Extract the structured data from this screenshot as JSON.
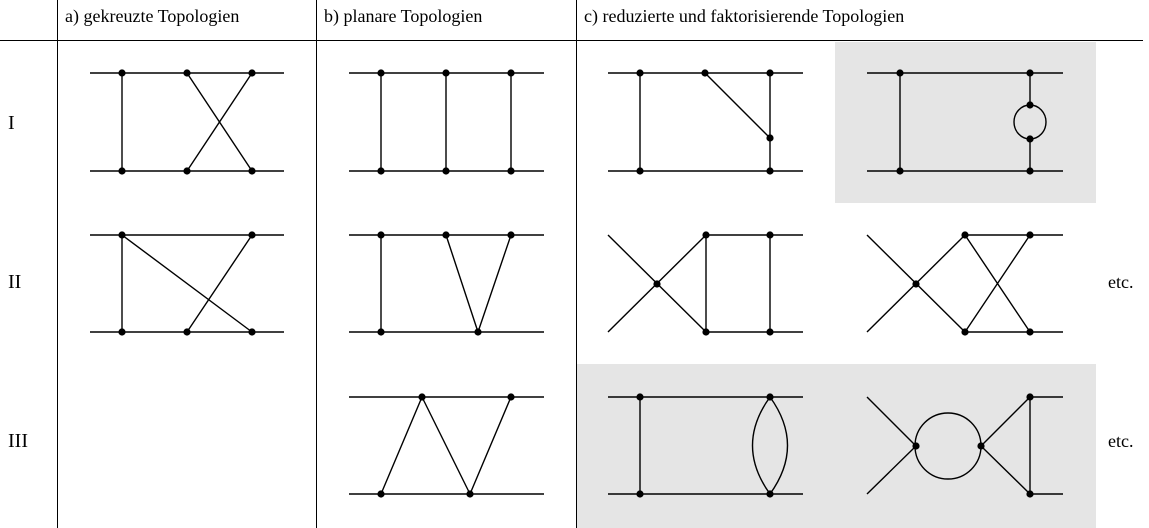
{
  "headers": {
    "a": "a) gekreuzte Topologien",
    "b": "b) planare Topologien",
    "c": "c) reduzierte und faktorisierende Topologien"
  },
  "rows": {
    "I": "I",
    "II": "II",
    "III": "III"
  },
  "etc": {
    "row2": "etc.",
    "row3": "etc."
  }
}
